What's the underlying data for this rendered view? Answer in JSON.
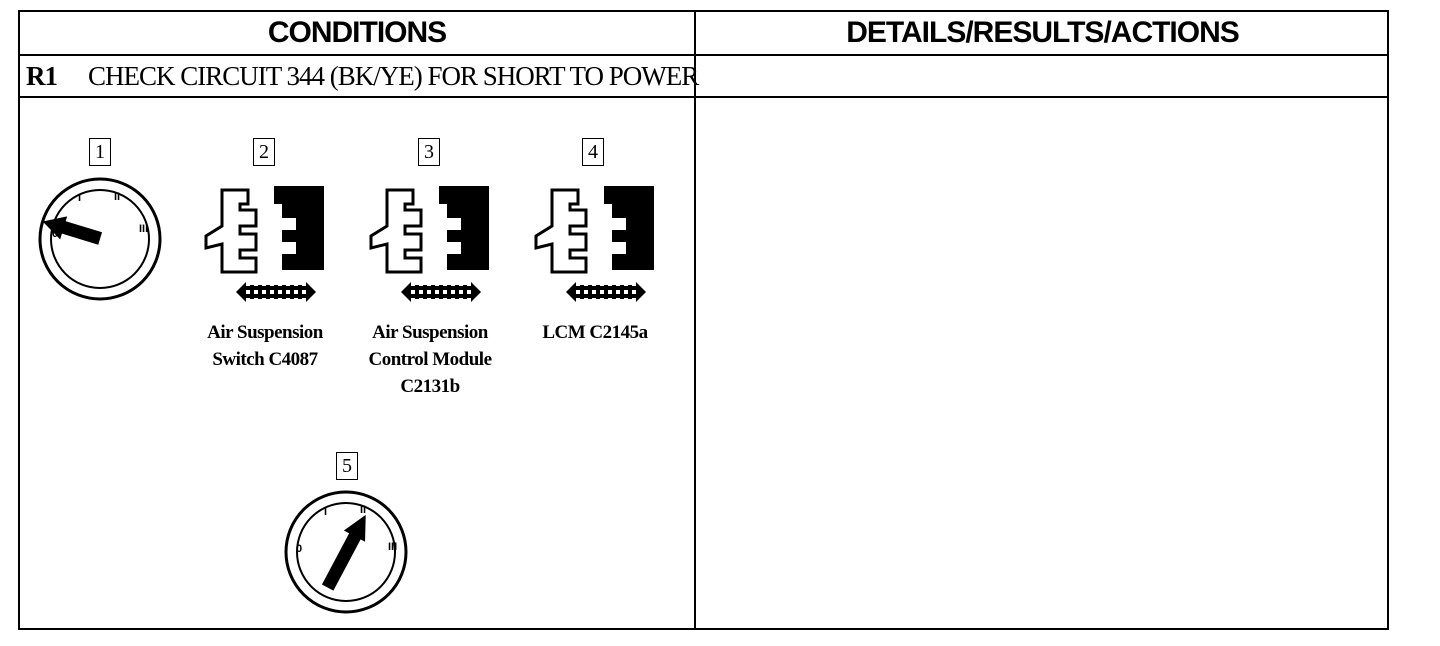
{
  "table": {
    "col_conditions": "CONDITIONS",
    "col_details": "DETAILS/RESULTS/ACTIONS"
  },
  "step": {
    "id": "R1",
    "title": "CHECK CIRCUIT 344 (BK/YE) FOR SHORT TO POWER"
  },
  "figures": [
    {
      "number": "1",
      "icon": "ignition-switch-icon",
      "position_label": "0"
    },
    {
      "number": "2",
      "icon": "connector-disconnect-icon",
      "caption": [
        "Air Suspension",
        "Switch C4087"
      ]
    },
    {
      "number": "3",
      "icon": "connector-disconnect-icon",
      "caption": [
        "Air Suspension",
        "Control Module",
        "C2131b"
      ]
    },
    {
      "number": "4",
      "icon": "connector-disconnect-icon",
      "caption": [
        "LCM C2145a"
      ]
    },
    {
      "number": "5",
      "icon": "ignition-switch-icon",
      "position_label": "II"
    }
  ],
  "dial_labels": [
    "0",
    "I",
    "II",
    "III"
  ],
  "details_text": ""
}
